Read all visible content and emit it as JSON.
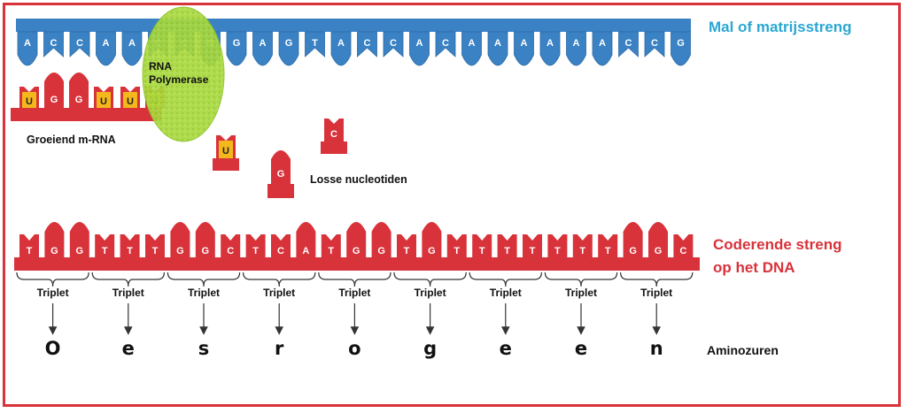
{
  "labels": {
    "template": "Mal of matrijsstreng",
    "coding_line1": "Coderende streng",
    "coding_line2": "op het DNA",
    "growing_mrna": "Groeiend m-RNA",
    "free_nucleotides": "Losse nucleotiden",
    "rna_polymerase_line1": "RNA",
    "rna_polymerase_line2": "Polymerase",
    "amino_acids": "Aminozuren"
  },
  "template_strand": [
    "A",
    "C",
    "C",
    "A",
    "A",
    "C",
    "C",
    "G",
    "G",
    "A",
    "G",
    "T",
    "A",
    "C",
    "C",
    "A",
    "C",
    "A",
    "A",
    "A",
    "A",
    "A",
    "A",
    "C",
    "C",
    "G"
  ],
  "mrna_strand": [
    "U",
    "G",
    "G",
    "U",
    "U",
    "U"
  ],
  "free_nucleotides": [
    "U",
    "G",
    "C"
  ],
  "coding_strand": [
    "T",
    "G",
    "G",
    "T",
    "T",
    "T",
    "G",
    "G",
    "C",
    "T",
    "C",
    "A",
    "T",
    "G",
    "G",
    "T",
    "G",
    "T",
    "T",
    "T",
    "T",
    "T",
    "T",
    "T",
    "G",
    "G",
    "C"
  ],
  "triplets": [
    {
      "label": "Triplet",
      "amino": "O"
    },
    {
      "label": "Triplet",
      "amino": "e"
    },
    {
      "label": "Triplet",
      "amino": "s"
    },
    {
      "label": "Triplet",
      "amino": "r"
    },
    {
      "label": "Triplet",
      "amino": "o"
    },
    {
      "label": "Triplet",
      "amino": "g"
    },
    {
      "label": "Triplet",
      "amino": "e"
    },
    {
      "label": "Triplet",
      "amino": "e"
    },
    {
      "label": "Triplet",
      "amino": "n"
    }
  ],
  "colors": {
    "template": "#3a82c4",
    "template_dark": "#2d6aa6",
    "strand_red": "#d8323a",
    "nucleotide_yellow": "#f4b81c",
    "polymerase_green": "#a8d83c",
    "title_blue": "#2aa7d3",
    "border": "#d8323a"
  }
}
